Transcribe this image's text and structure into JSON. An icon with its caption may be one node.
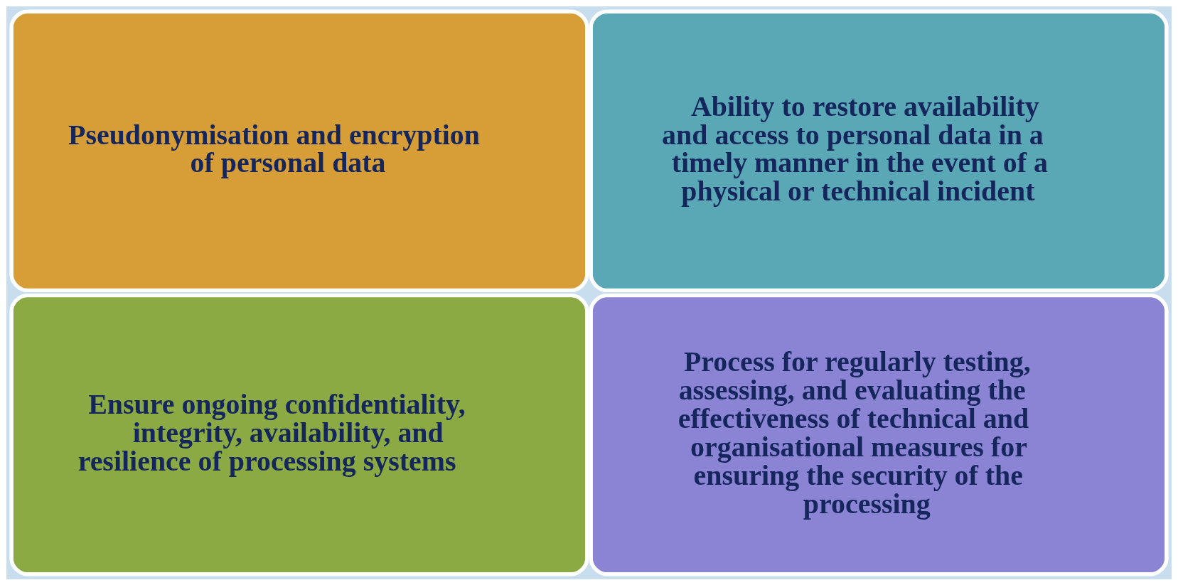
{
  "diagram": {
    "nodes": [
      {
        "text": [
          "Pseudonymisation and encryption of personal data"
        ]
      },
      {
        "text": [
          "Ensure ongoing confidentiality, integrity, availability, and resilience of processing systems"
        ]
      },
      {
        "text": [
          "Ability to restore availability and access to personal data in a timely manner in the event of a physical or technical incident"
        ]
      },
      {
        "text": [
          "Process for regularly testing, assessing, and evaluating the effectiveness of technical and organisational measures for ensuring the security of the processing"
        ]
      }
    ]
  }
}
